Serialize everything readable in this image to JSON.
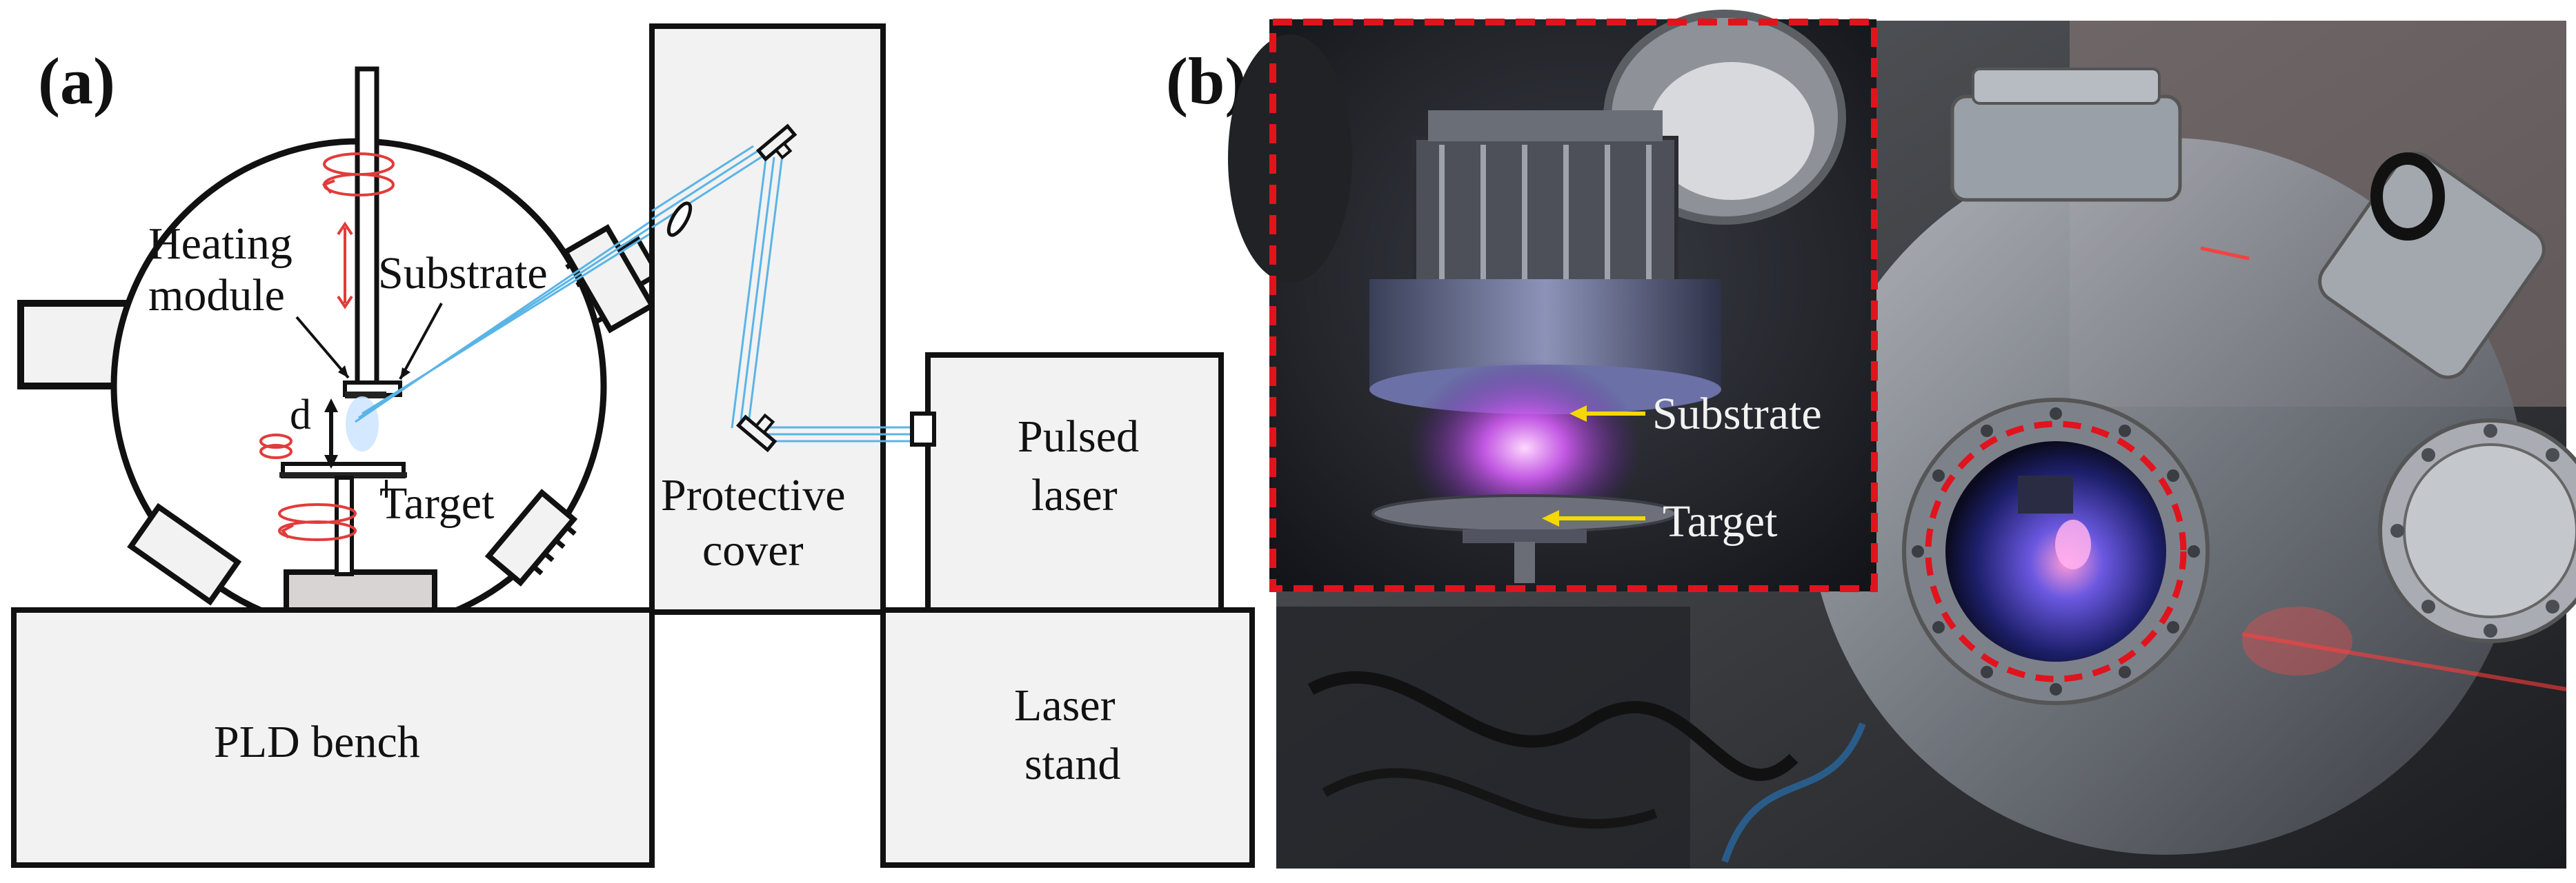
{
  "panels": {
    "a": "(a)",
    "b": "(b)"
  },
  "schematic": {
    "heating_module_line1": "Heating",
    "heating_module_line2": "module",
    "substrate": "Substrate",
    "distance": "d",
    "target": "Target",
    "protective_cover_line1": "Protective",
    "protective_cover_line2": "cover",
    "pulsed_laser_line1": "Pulsed",
    "pulsed_laser_line2": "laser",
    "pld_bench": "PLD bench",
    "laser_stand_line1": "Laser",
    "laser_stand_line2": "stand"
  },
  "photo": {
    "substrate": "Substrate",
    "target": "Target"
  },
  "colors": {
    "line": "#111111",
    "box_fill": "#f2f2f2",
    "beam": "#5ab4e6",
    "motion_arrows": "#e23b3b",
    "highlight_dash": "#e0141e",
    "pointer_yellow": "#f5d800",
    "plasma": "#c04cf0"
  }
}
